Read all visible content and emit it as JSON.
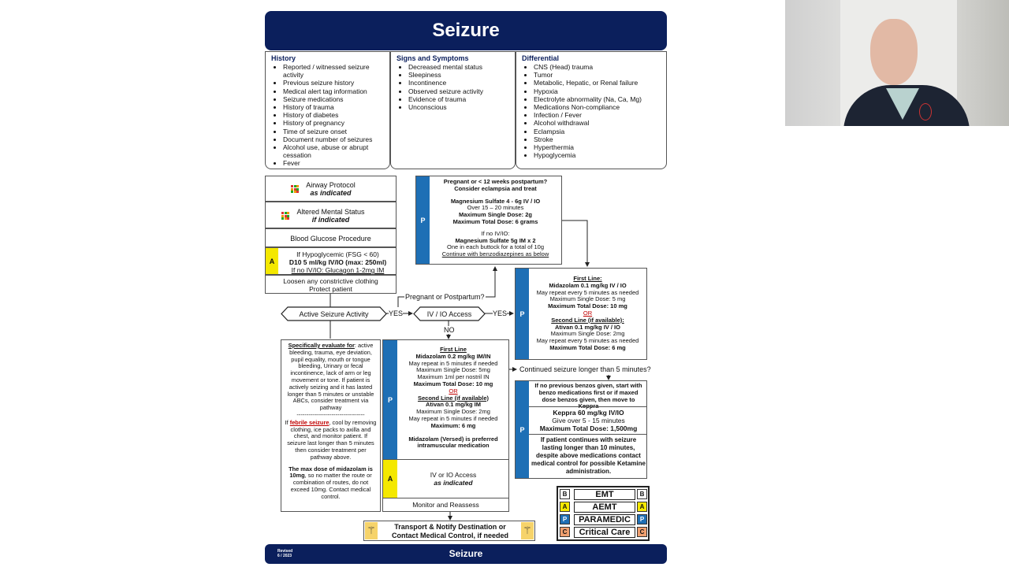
{
  "title": "Seizure",
  "footer": {
    "title": "Seizure",
    "revised_label": "Revised",
    "revised_date": "6 / 2023"
  },
  "history": {
    "heading": "History",
    "items": [
      "Reported / witnessed seizure activity",
      "Previous seizure history",
      "Medical alert tag information",
      "Seizure medications",
      "History of trauma",
      "History of diabetes",
      "History of pregnancy",
      "Time of seizure onset",
      "Document number of seizures",
      "Alcohol use, abuse or abrupt cessation",
      "Fever"
    ]
  },
  "signs": {
    "heading": "Signs and Symptoms",
    "items": [
      "Decreased mental status",
      "Sleepiness",
      "Incontinence",
      "Observed seizure activity",
      "Evidence of trauma",
      "Unconscious"
    ]
  },
  "differential": {
    "heading": "Differential",
    "items": [
      "CNS (Head) trauma",
      "Tumor",
      "Metabolic, Hepatic, or Renal failure",
      "Hypoxia",
      "Electrolyte abnormality (Na, Ca, Mg)",
      "Medications Non-compliance",
      "Infection / Fever",
      "Alcohol withdrawal",
      "Eclampsia",
      "Stroke",
      "Hyperthermia",
      "Hypoglycemia"
    ]
  },
  "left_steps": {
    "airway": "Airway Protocol",
    "airway_sub": "as indicated",
    "ams": "Altered Mental Status",
    "ams_sub": "if indicated",
    "glucose": "Blood Glucose Procedure",
    "hypo_1": "If Hypoglycemic (FSG < 60)",
    "hypo_2": "D10 5 ml/kg IV/IO (max: 250ml)",
    "hypo_3": "If no IV/IO: Glucagon 1-2mg IM",
    "loosen_1": "Loosen any constrictive clothing",
    "loosen_2": "Protect patient"
  },
  "flow": {
    "active": "Active Seizure Activity",
    "yes1": "YES",
    "iv_access": "IV / IO Access",
    "yes2": "YES",
    "no": "NO",
    "pregnant_q": "Pregnant or Postpartum?",
    "continued_q": "Continued seizure longer than 5 minutes?"
  },
  "pregnant_box": {
    "l1": "Pregnant or < 12 weeks postpartum?",
    "l2": "Consider eclampsia and treat",
    "l3": "Magnesium Sulfate 4 - 6g IV / IO",
    "l4": "Over 15 – 20 minutes",
    "l5": "Maximum Single Dose: 2g",
    "l6": "Maximum Total Dose: 6 grams",
    "l7": "If no IV/IO:",
    "l8": "Magnesium Sulfate 5g IM x 2",
    "l9": "One in each buttock for a total of 10g",
    "l10": "Continue with benzodiazepines as below"
  },
  "iv_box": {
    "h1": "First Line:",
    "l1": "Midazolam 0.1 mg/kg IV / IO",
    "l2": "May repeat every 5 minutes as needed",
    "l3": "Maximum Single Dose: 5 mg",
    "l4": "Maximum Total Dose: 10 mg",
    "or": "OR",
    "h2": "Second Line (if available):",
    "l5": "Ativan 0.1 mg/kg IV / IO",
    "l6": "Maximum Single Dose: 2mg",
    "l7": "May repeat every 5 minutes as needed",
    "l8": "Maximum Total Dose: 6 mg"
  },
  "im_box": {
    "h1": "First Line",
    "l1": "Midazolam 0.2 mg/kg IM/IN",
    "l2": "May repeat in 5 minutes if needed",
    "l3": "Maximum Single Dose: 5mg",
    "l4": "Maximum 1ml per nostril IN",
    "l5": "Maximum Total Dose: 10 mg",
    "or": "OR",
    "h2": "Second Line (if available)",
    "l6": "Ativan 0.1 mg/kg IM",
    "l7": "Maximum Single Dose: 2mg",
    "l8": "May repeat in 5 minutes if needed",
    "l9": "Maximum: 6 mg",
    "l10": "Midazolam (Versed) is preferred intramuscular medication",
    "a1": "IV or IO Access",
    "a2": "as indicated",
    "monitor": "Monitor and Reassess"
  },
  "evaluate_box": {
    "p1_lead": "Specifically evaluate for",
    "p1": ": active bleeding, trauma, eye deviation, pupil equality, mouth or tongue bleeding, Urinary or fecal incontinence, lack of arm or leg movement or tone. If patient is actively seizing and it has lasted longer than 5 minutes or unstable ABCs, consider treatment via pathway",
    "sep": "-----------------------------------",
    "p2_a": "If ",
    "p2_red": "febrile seizure",
    "p2_b": ", cool by removing clothing, ice packs to axilla and chest, and monitor patient. If seizure last longer than 5 minutes then consider treatment per pathway above.",
    "p3_bold": "The max dose of midazolam is 10mg",
    "p3": ", so no matter the route or combination of routes, do not exceed 10mg. Contact medical control."
  },
  "keppra_box": {
    "t1": "If no previous benzos given, start with benzo medications first or if maxed dose benzos given, then move to Keppra",
    "t2": "Keppra 60 mg/kg IV/IO",
    "t3": "Give over 5 - 15 minutes",
    "t4": "Maximum Total Dose: 1,500mg",
    "t5": "If patient continues with seizure lasting longer than 10 minutes, despite above medications contact medical control for possible Ketamine administration."
  },
  "transport": {
    "l1": "Transport & Notify Destination or",
    "l2": "Contact Medical Control, if needed"
  },
  "bar_letters": {
    "p": "P",
    "a": "A",
    "b": "B",
    "c": "C"
  },
  "legend": [
    {
      "key": "B",
      "name": "EMT",
      "color": "#ffffff"
    },
    {
      "key": "A",
      "name": "AEMT",
      "color": "#f4e800"
    },
    {
      "key": "P",
      "name": "PARAMEDIC",
      "color": "#1e6fb5"
    },
    {
      "key": "C",
      "name": "Critical Care",
      "color": "#f0a070"
    }
  ]
}
